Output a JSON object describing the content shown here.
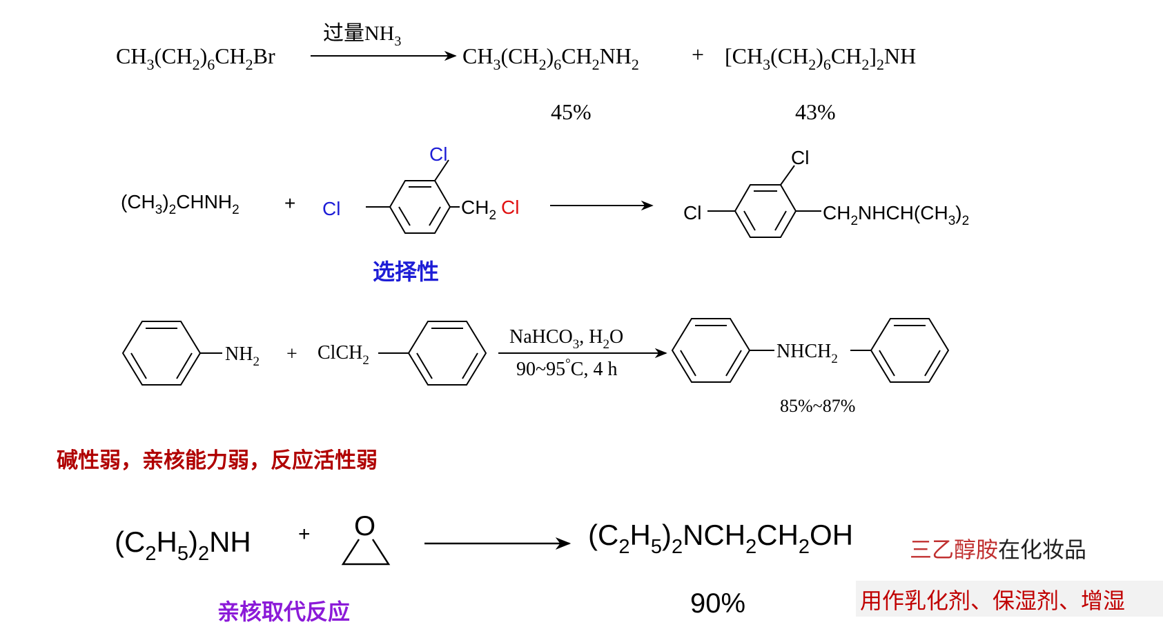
{
  "r1": {
    "reactant": "CH3(CH2)6CH2Br",
    "reagent": "过量NH3",
    "product1": "CH3(CH2)6CH2NH2",
    "plus": "+",
    "product2": "[CH3(CH2)6CH2]2NH",
    "yield1": "45%",
    "yield2": "43%"
  },
  "r2": {
    "amine": "(CH3)2CHNH2",
    "plus": "+",
    "ring_cl_top": "Cl",
    "ring_cl_left": "Cl",
    "side_ch2": "CH2",
    "side_cl": "Cl",
    "prod_cl_top": "Cl",
    "prod_cl_left": "Cl",
    "prod_side": "CH2NHCH(CH3)2",
    "note": "选择性"
  },
  "r3": {
    "aniline_nh2": "NH2",
    "plus": "+",
    "benzyl_cl": "ClCH2",
    "cond_top": "NaHCO3, H2O",
    "cond_bottom": "90~95°C, 4 h",
    "prod_nhch2": "NHCH2",
    "yield": "85%~87%",
    "note": "碱性弱，亲核能力弱，反应活性弱"
  },
  "r4": {
    "amine": "(C2H5)2NH",
    "plus": "+",
    "epoxide_o": "O",
    "product": "(C2H5)2NCH2CH2OH",
    "yield": "90%",
    "note": "亲核取代反应",
    "side_note_red": "三乙醇胺",
    "side_note_black": "在化妆品",
    "side_note_use": "用作乳化剂、保湿剂、增湿"
  },
  "colors": {
    "blue_cl": "#1d1dd6",
    "red_cl": "#e01010",
    "note_blue": "#1d1dd6",
    "note_red": "#b00000",
    "note_purple": "#8b1ad8"
  }
}
